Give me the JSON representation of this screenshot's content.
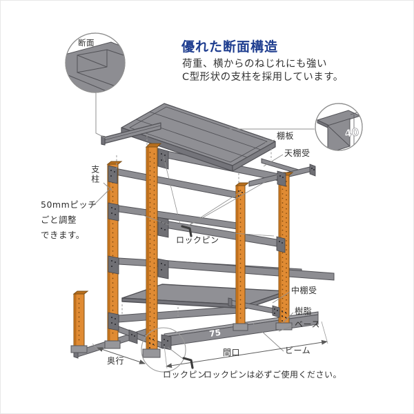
{
  "page": {
    "background": "#ffffff",
    "frame_color": "#e7e7e7"
  },
  "header": {
    "title": "優れた断面構造",
    "title_color": "#1e3d8f",
    "description_lines": [
      "荷重、横からのねじれにも強い",
      "C型形状の支柱を採用しています。"
    ]
  },
  "callouts": {
    "cross_section": {
      "label": "断面"
    },
    "beam_section": {
      "dimension": "40"
    }
  },
  "diagram": {
    "labels": {
      "shelf_board": "棚板",
      "top_shelf_support": "天棚受",
      "post": "支柱",
      "pitch_note_lines": [
        "50mmピッチ",
        "ごと調整",
        "できます。"
      ],
      "lock_pin_mid": "ロックピン",
      "middle_shelf_support": "中棚受",
      "resin": "樹脂",
      "base": "ベース",
      "beam": "ビーム",
      "frontage": "間口",
      "depth": "奥行",
      "lock_pin_bottom": "ロックピン",
      "lock_pin_note": "ロックピンは必ずご使用ください。",
      "beam_number": "75"
    },
    "colors": {
      "post_orange": "#e08b33",
      "post_orange_dark": "#c0711d",
      "steel_gray": "#8d8d92",
      "steel_gray_dark": "#74747a",
      "outline": "#515156",
      "leader_line": "#8f8f8f"
    }
  }
}
